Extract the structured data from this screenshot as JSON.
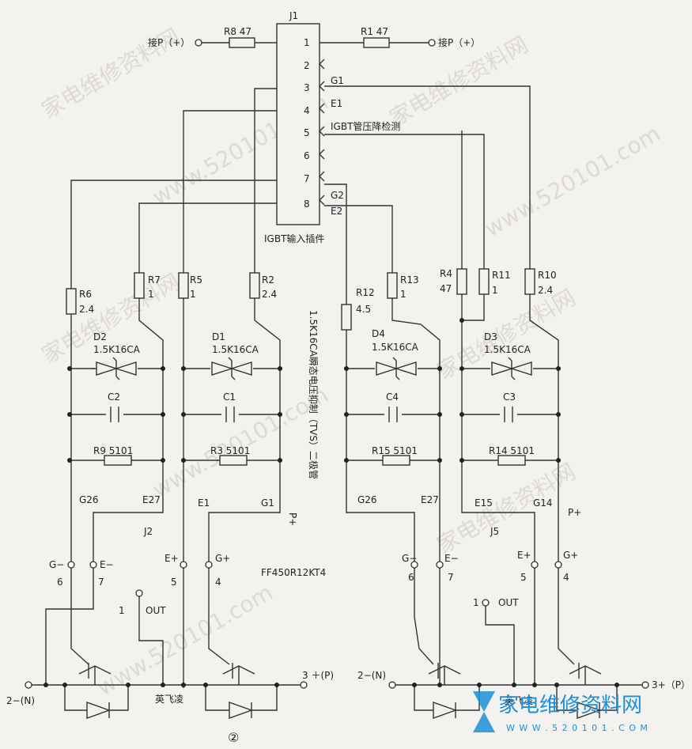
{
  "connector": {
    "title": "J1",
    "caption": "IGBT输入插件",
    "pins": [
      "1",
      "2",
      "3",
      "4",
      "5",
      "6",
      "7",
      "8"
    ],
    "signals": {
      "g1": "G1",
      "e1": "E1",
      "pin5": "IGBT管压降检测",
      "g2": "G2",
      "e2": "E2"
    }
  },
  "top_labels": {
    "left_terminal": "接P（+）",
    "right_terminal": "接P（+）",
    "r8": "R8  47",
    "r1": "R1  47"
  },
  "resistors": {
    "r6_name": "R6",
    "r6_val": "2.4",
    "r7_name": "R7",
    "r7_val": "1",
    "r5_name": "R5",
    "r5_val": "1",
    "r2_name": "R2",
    "r2_val": "2.4",
    "r12_name": "R12",
    "r12_val": "4.5",
    "r13_name": "R13",
    "r13_val": "1",
    "r4_name": "R4",
    "r4_val": "47",
    "r11_name": "R11",
    "r11_val": "1",
    "r10_name": "R10",
    "r10_val": "2.4",
    "r9": "R9  5101",
    "r3": "R3  5101",
    "r15": "R15  5101",
    "r14": "R14  5101"
  },
  "tvs": {
    "d2": "D2",
    "d2_val": "1.5K16CA",
    "d1": "D1",
    "d1_val": "1.5K16CA",
    "d4": "D4",
    "d4_val": "1.5K16CA",
    "d3": "D3",
    "d3_val": "1.5K16CA"
  },
  "caps": {
    "c2": "C2",
    "c1": "C1",
    "c4": "C4",
    "c3": "C3"
  },
  "note_vertical": "1.5K16CA瞬态电压抑制（TVS）二极管",
  "pplus_left": "P+",
  "pplus_right": "P+",
  "wire_labels": {
    "g26_l": "G26",
    "e27_l": "E27",
    "e1": "E1",
    "g1": "G1",
    "g26_r": "G26",
    "e27_r": "E27",
    "e15": "E15",
    "g14": "G14"
  },
  "module_left": {
    "connector": "J2",
    "gm": "G−",
    "em": "E−",
    "ep": "E+",
    "gp": "G+",
    "n6": "6",
    "n7": "7",
    "n5": "5",
    "n4": "4",
    "n1": "1",
    "out": "OUT",
    "part": "FF450R12KT4",
    "n_label": "2−(N)",
    "p_label": "3 ＋(P)",
    "maker": "英飞凌"
  },
  "module_right": {
    "connector": "J5",
    "gm": "G−",
    "em": "E−",
    "ep": "E+",
    "gp": "G+",
    "n6": "6",
    "n7": "7",
    "n5": "5",
    "n4": "4",
    "n1": "1",
    "out": "OUT",
    "n_label": "2−(N)",
    "p_label": "3+（P）",
    "maker": "英飞凌"
  },
  "figure_no": "②",
  "brand": {
    "logo": "家电维修资料网",
    "url": "W W W . 5 2 0 1 0 1 . C O M"
  },
  "watermarks": [
    "家电维修资料网",
    "www.520101.com"
  ]
}
